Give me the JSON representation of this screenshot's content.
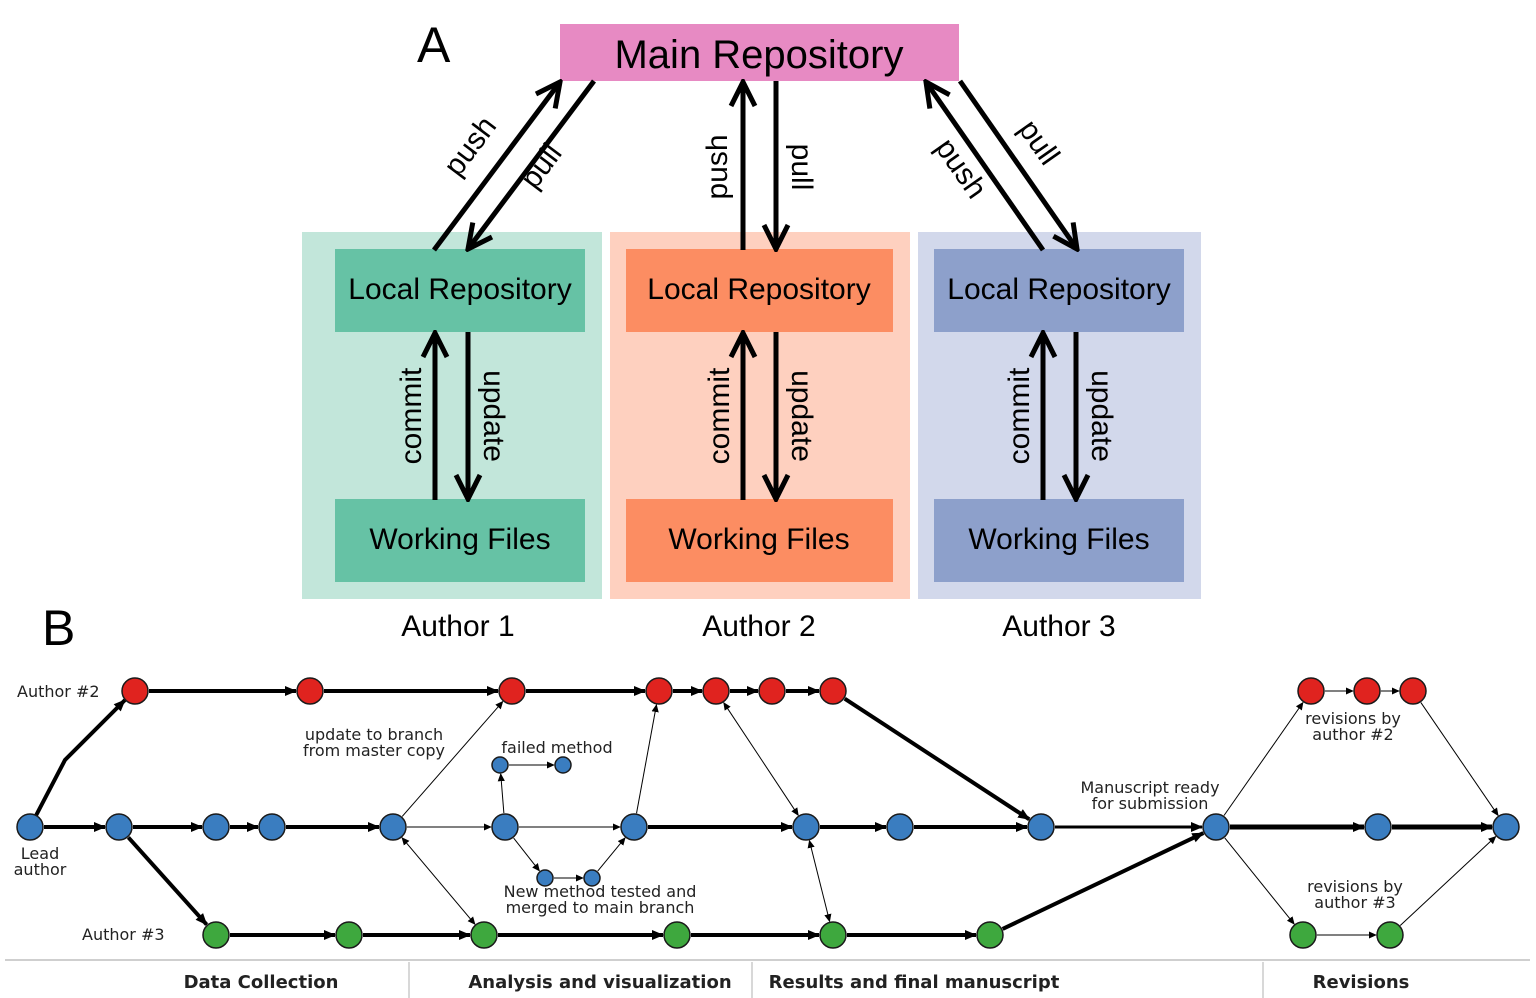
{
  "panel_a": {
    "letter": "A",
    "main_repo": "Main Repository",
    "authors": [
      {
        "name": "Author 1",
        "local": "Local Repository",
        "working": "Working Files",
        "push": "push",
        "pull": "pull",
        "commit": "commit",
        "update": "update",
        "panel_color": "#c2e6da",
        "box_color": "#66c2a5"
      },
      {
        "name": "Author 2",
        "local": "Local Repository",
        "working": "Working Files",
        "push": "push",
        "pull": "pull",
        "commit": "commit",
        "update": "update",
        "panel_color": "#fed0bf",
        "box_color": "#fc8d62"
      },
      {
        "name": "Author 3",
        "local": "Local Repository",
        "working": "Working Files",
        "push": "push",
        "pull": "pull",
        "commit": "commit",
        "update": "update",
        "panel_color": "#d2d8eb",
        "box_color": "#8da0cb"
      }
    ],
    "main_color": "#e78ac3"
  },
  "panel_b": {
    "letter": "B",
    "row_labels": {
      "author2": "Author #2",
      "lead": "Lead\nauthor",
      "author3": "Author #3"
    },
    "annotations": {
      "update_branch": "update to branch\nfrom master copy",
      "failed": "failed method",
      "new_method": "New method tested and\nmerged to main branch",
      "ready": "Manuscript ready\nfor submission",
      "rev2": "revisions by\nauthor #2",
      "rev3": "revisions by\nauthor #3"
    },
    "phases": [
      "Data Collection",
      "Analysis and visualization",
      "Results and final manuscript",
      "Revisions"
    ],
    "colors": {
      "red": "#e0231f",
      "blue": "#3a7dc0",
      "green": "#3ea83e"
    }
  }
}
